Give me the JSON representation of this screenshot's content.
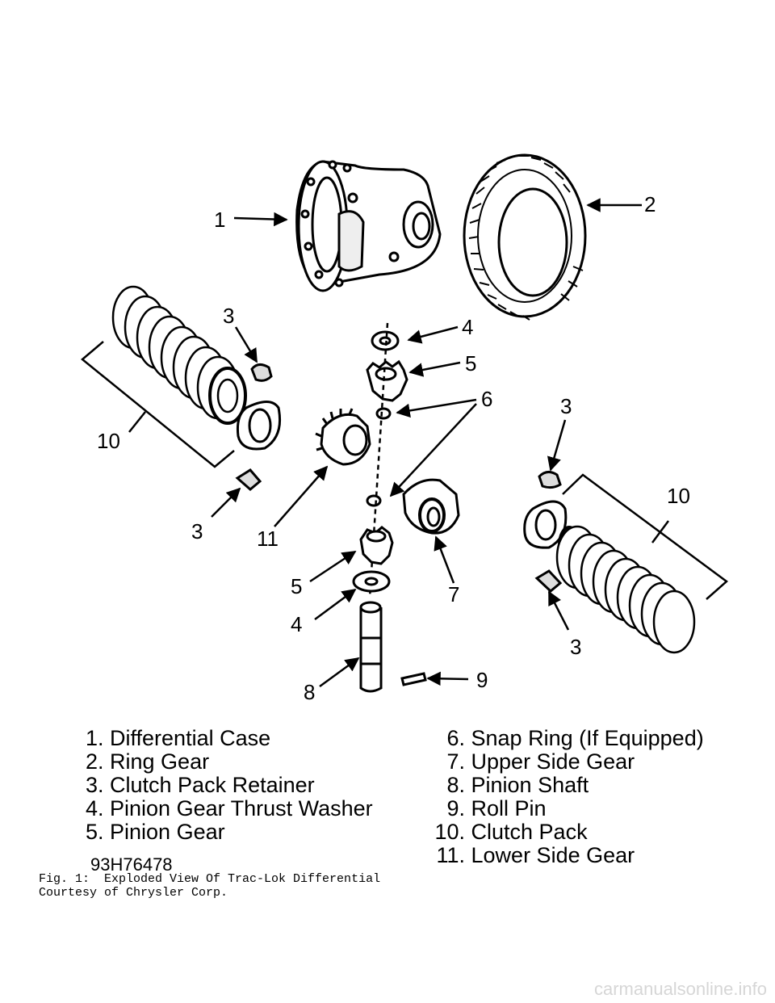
{
  "callouts": {
    "c1": "1",
    "c2": "2",
    "c3a": "3",
    "c3b": "3",
    "c3c": "3",
    "c3d": "3",
    "c4a": "4",
    "c4b": "4",
    "c5a": "5",
    "c5b": "5",
    "c6": "6",
    "c7": "7",
    "c8": "8",
    "c9": "9",
    "c10a": "10",
    "c10b": "10",
    "c11": "11"
  },
  "legend": {
    "left": [
      "1. Differential Case",
      "2. Ring Gear",
      "3. Clutch Pack Retainer",
      "4. Pinion Gear Thrust Washer",
      "5. Pinion Gear"
    ],
    "right": [
      {
        "num": "6.",
        "label": "Snap Ring (If Equipped)"
      },
      {
        "num": "7.",
        "label": "Upper Side Gear"
      },
      {
        "num": "8.",
        "label": "Pinion Shaft"
      },
      {
        "num": "9.",
        "label": "Roll Pin"
      },
      {
        "num": "10.",
        "label": "Clutch Pack"
      },
      {
        "num": "11.",
        "label": "Lower Side Gear"
      }
    ]
  },
  "figure_code": "93H76478",
  "caption": {
    "line1": "Fig. 1:  Exploded View Of Trac-Lok Differential",
    "line2": "Courtesy of Chrysler Corp."
  },
  "watermark": "carmanualsonline.info"
}
